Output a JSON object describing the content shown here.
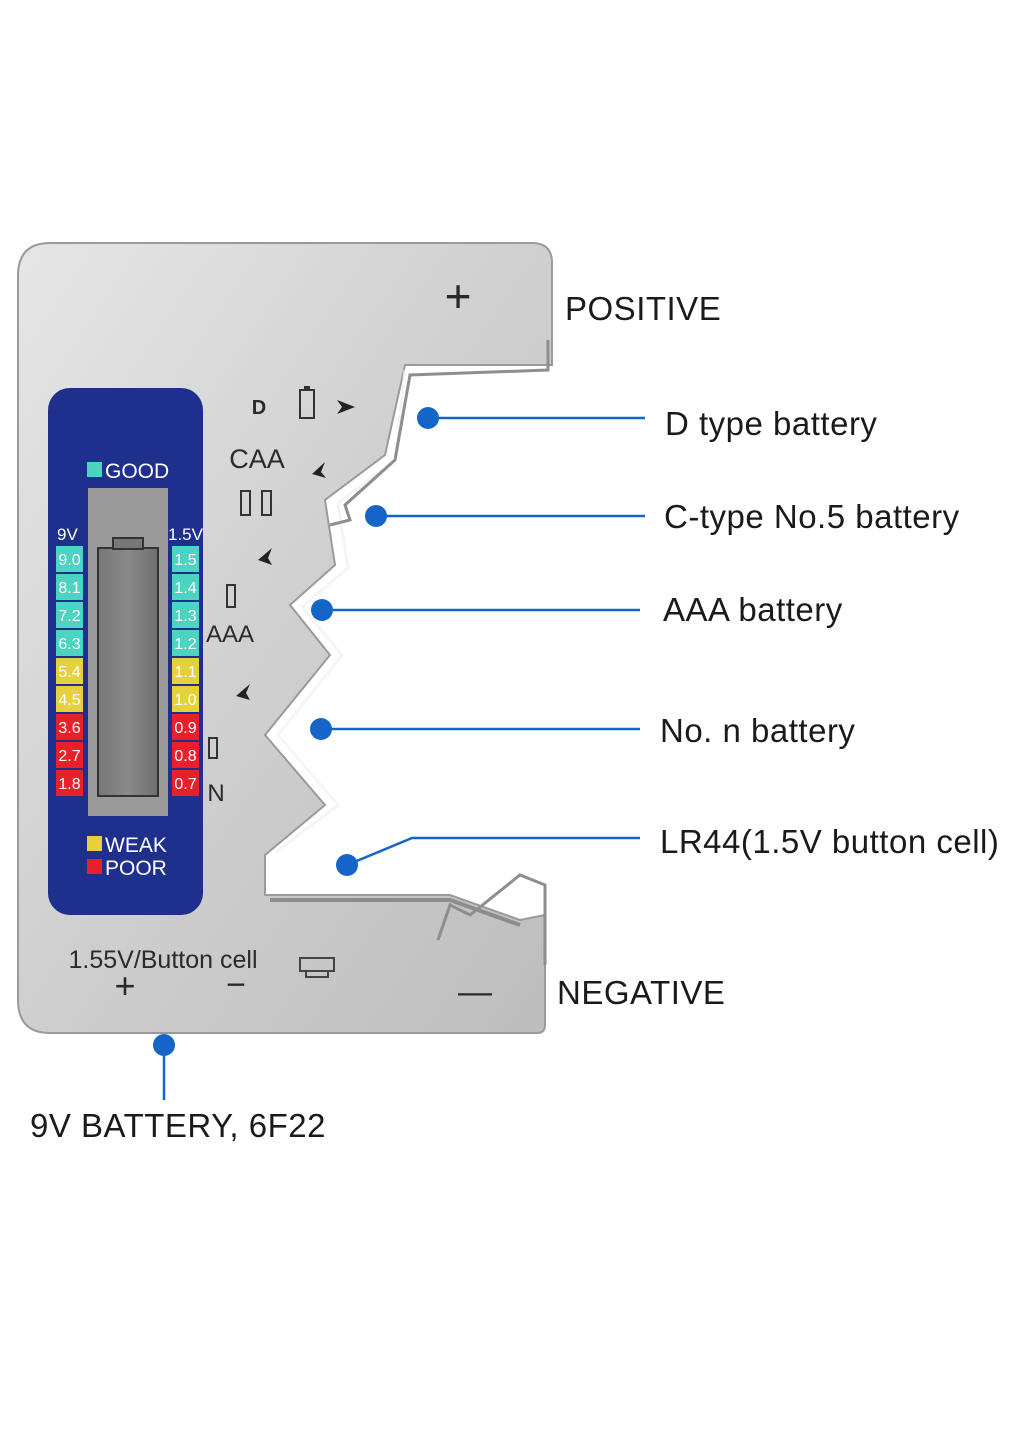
{
  "device": {
    "plus_sign": "+",
    "type_labels": {
      "d": "D",
      "caa": "CAA",
      "aaa": "AAA",
      "n": "N"
    },
    "bottom_label": "1.55V/Button cell",
    "bottom_plus": "+",
    "bottom_minus": "−",
    "negative_minus": "—"
  },
  "indicator": {
    "legend": {
      "good": "GOOD",
      "weak": "WEAK",
      "poor": "POOR"
    },
    "left_scale": {
      "header": "9V",
      "values": [
        "9.0",
        "8.1",
        "7.2",
        "6.3",
        "5.4",
        "4.5",
        "3.6",
        "2.7",
        "1.8"
      ]
    },
    "right_scale": {
      "header": "1.5V",
      "values": [
        "1.5",
        "1.4",
        "1.3",
        "1.2",
        "1.1",
        "1.0",
        "0.9",
        "0.8",
        "0.7"
      ]
    },
    "colors": {
      "good": "#4dd4c0",
      "weak": "#e6d03c",
      "poor": "#e8202a",
      "panel": "#1e2f8c"
    }
  },
  "callouts": {
    "positive": "POSITIVE",
    "d_type": "D type battery",
    "c_type": "C-type No.5 battery",
    "aaa": "AAA battery",
    "no_n": "No. n battery",
    "lr44": "LR44(1.5V button cell)",
    "negative": "NEGATIVE",
    "nine_volt": "9V BATTERY, 6F22"
  },
  "accent_color": "#1565c8"
}
